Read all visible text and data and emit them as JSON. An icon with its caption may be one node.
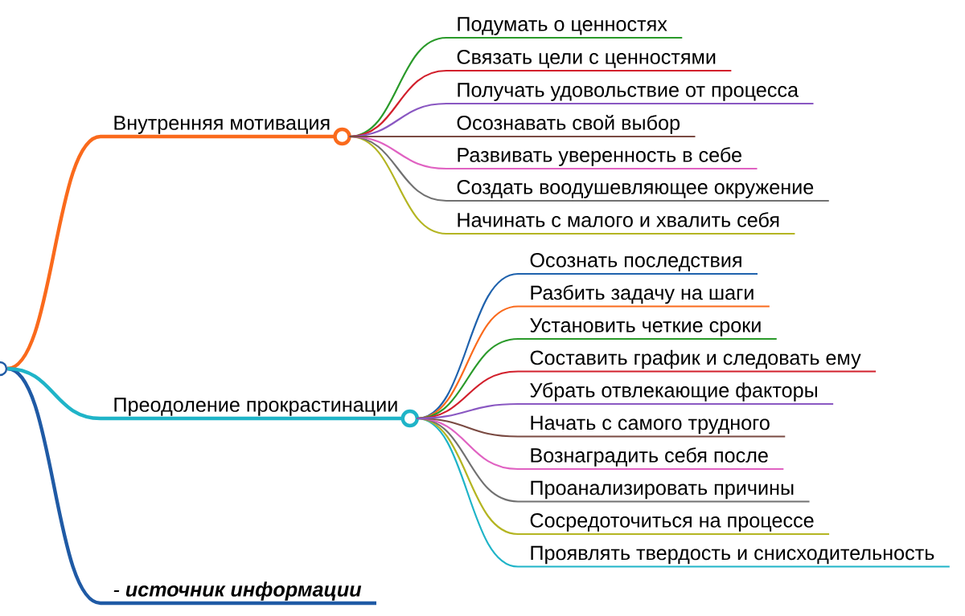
{
  "diagram": {
    "nodes": [
      {
        "text": [],
        "shape": "circle"
      },
      {
        "text": [
          "Внутренняя мотивация"
        ]
      },
      {
        "text": [
          "Подумать о ценностях"
        ]
      },
      {
        "text": [
          "Связать цели с ценностями"
        ]
      },
      {
        "text": [
          "Получать удовольствие от процесса"
        ]
      },
      {
        "text": [
          "Осознавать свой выбор"
        ]
      },
      {
        "text": [
          "Развивать уверенность в себе"
        ]
      },
      {
        "text": [
          "Создать воодушевляющее окружение"
        ]
      },
      {
        "text": [
          "Начинать с малого и хвалить себя"
        ]
      },
      {
        "text": [
          "Преодоление прокрастинации"
        ]
      },
      {
        "text": [
          "Осознать последствия"
        ]
      },
      {
        "text": [
          "Разбить задачу на шаги"
        ]
      },
      {
        "text": [
          "Установить четкие сроки"
        ]
      },
      {
        "text": [
          "Составить график и следовать ему"
        ]
      },
      {
        "text": [
          "Убрать отвлекающие факторы"
        ]
      },
      {
        "text": [
          "Начать с самого трудного"
        ]
      },
      {
        "text": [
          "Вознаградить себя после"
        ]
      },
      {
        "text": [
          "Проанализировать причины"
        ]
      },
      {
        "text": [
          "Сосредоточиться на процессе"
        ]
      },
      {
        "text": [
          "Проявлять твердость и снисходительность"
        ]
      },
      {
        "text": [
          "- **источник информации**"
        ]
      }
    ],
    "edges": [
      {
        "from": 0,
        "to": 1,
        "arrow": "none",
        "style": "thick",
        "color": "#fa6a1c"
      },
      {
        "from": 1,
        "to": 2,
        "arrow": "none",
        "color": "#2a9a2a"
      },
      {
        "from": 1,
        "to": 3,
        "arrow": "none",
        "color": "#d2202c"
      },
      {
        "from": 1,
        "to": 4,
        "arrow": "none",
        "color": "#8a58c2"
      },
      {
        "from": 1,
        "to": 5,
        "arrow": "none",
        "color": "#7a4a42"
      },
      {
        "from": 1,
        "to": 6,
        "arrow": "none",
        "color": "#e062c2"
      },
      {
        "from": 1,
        "to": 7,
        "arrow": "none",
        "color": "#717171"
      },
      {
        "from": 1,
        "to": 8,
        "arrow": "none",
        "color": "#b4b522"
      },
      {
        "from": 0,
        "to": 9,
        "arrow": "none",
        "style": "thick",
        "color": "#1fb4c8"
      },
      {
        "from": 9,
        "to": 10,
        "arrow": "none",
        "color": "#1f62ad"
      },
      {
        "from": 9,
        "to": 11,
        "arrow": "none",
        "color": "#fa6a1c"
      },
      {
        "from": 9,
        "to": 12,
        "arrow": "none",
        "color": "#2a9a2a"
      },
      {
        "from": 9,
        "to": 13,
        "arrow": "none",
        "color": "#d2202c"
      },
      {
        "from": 9,
        "to": 14,
        "arrow": "none",
        "color": "#8a58c2"
      },
      {
        "from": 9,
        "to": 15,
        "arrow": "none",
        "color": "#7a4a42"
      },
      {
        "from": 9,
        "to": 16,
        "arrow": "none",
        "color": "#e062c2"
      },
      {
        "from": 9,
        "to": 17,
        "arrow": "none",
        "color": "#717171"
      },
      {
        "from": 9,
        "to": 18,
        "arrow": "none",
        "color": "#b4b522"
      },
      {
        "from": 9,
        "to": 19,
        "arrow": "none",
        "color": "#1fb4c8"
      },
      {
        "from": 0,
        "to": 20,
        "arrow": "none",
        "style": "thick",
        "color": "#1f5aa5"
      }
    ]
  }
}
